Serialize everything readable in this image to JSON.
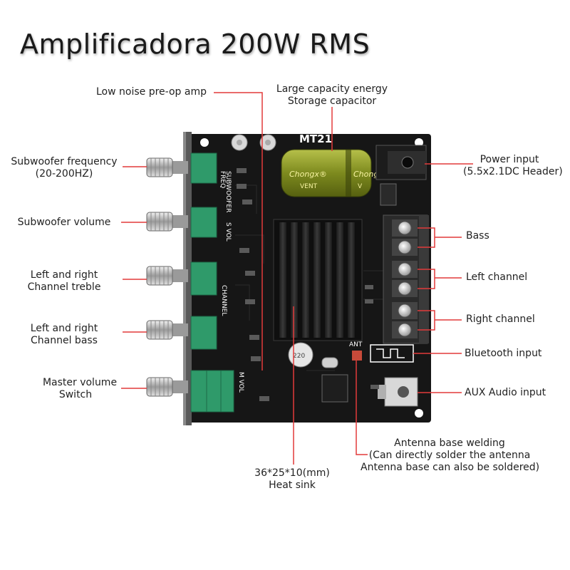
{
  "title": "Amplificadora 200W RMS",
  "board": {
    "model": "MT21",
    "capacitor_brand_1": "Chongx®",
    "capacitor_brand_2": "Chongx",
    "capacitor_vent_1": "VENT",
    "capacitor_vent_2": "V",
    "silk_freq": "FREQ",
    "silk_subwoofer": "SUBWOOFER",
    "silk_s_vol": "S VOL",
    "silk_channel": "CHANNEL",
    "silk_m_vol": "M VOL",
    "silk_ant": "ANT",
    "silk_cap": "220"
  },
  "labels": {
    "low_noise": "Low noise pre-op amp",
    "energy_cap_1": "Large capacity energy",
    "energy_cap_2": "Storage capacitor",
    "sub_freq_1": "Subwoofer frequency",
    "sub_freq_2": "(20-200HZ)",
    "sub_vol": "Subwoofer volume",
    "treble_1": "Left and right",
    "treble_2": "Channel treble",
    "bass_1": "Left and right",
    "bass_2": "Channel bass",
    "master_1": "Master volume",
    "master_2": "Switch",
    "power_1": "Power input",
    "power_2": "(5.5x2.1DC Header)",
    "bass_out": "Bass",
    "left_ch": "Left channel",
    "right_ch": "Right channel",
    "bluetooth": "Bluetooth input",
    "aux": "AUX Audio input",
    "heatsink_1": "36*25*10(mm)",
    "heatsink_2": "Heat sink",
    "antenna_1": "Antenna base welding",
    "antenna_2": "(Can directly solder the antenna",
    "antenna_3": "Antenna base can also be soldered)"
  },
  "colors": {
    "leader_line": "#e23a3a",
    "pcb": "#161616",
    "knob_pot": "#2f9a6a",
    "capacitor": "#8a9a2a"
  }
}
